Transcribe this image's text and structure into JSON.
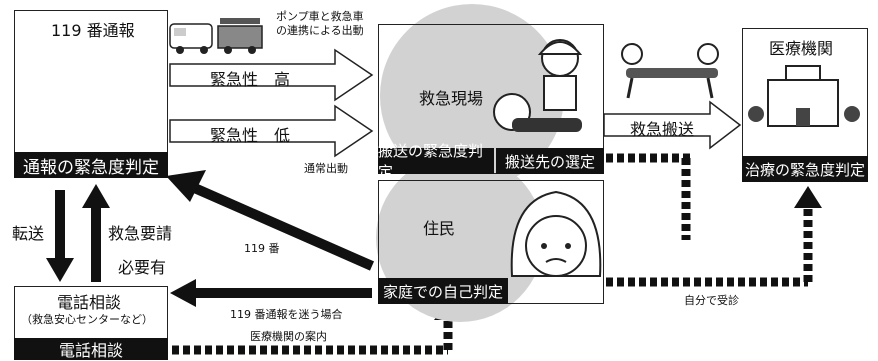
{
  "report_box": {
    "title": "119 番通報",
    "footer": "通報の緊急度判定"
  },
  "vehicles_note": [
    "ポンプ車と救急車",
    "の連携による出動"
  ],
  "urgency_high": "緊急性　高",
  "urgency_low": "緊急性　低",
  "normal_dispatch": "通常出動",
  "scene_box": {
    "title": "救急現場",
    "footer_left": "搬送の緊急度判定",
    "footer_right": "搬送先の選定"
  },
  "transport_label": "救急搬送",
  "hospital_box": {
    "title": "医療機関",
    "footer": "治療の緊急度判定"
  },
  "resident_box": {
    "title": "住民",
    "footer": "家庭での自己判定"
  },
  "self_visit": "自分で受診",
  "call_119": "119 番",
  "transfer": "転送",
  "ambulance_request": "救急要請",
  "needed": "必要有",
  "phone_box": {
    "title": "電話相談",
    "subtitle": "（救急安心センターなど）",
    "footer": "電話相談"
  },
  "unsure_119": "119 番通報を迷う場合",
  "hospital_guide": "医療機関の案内"
}
